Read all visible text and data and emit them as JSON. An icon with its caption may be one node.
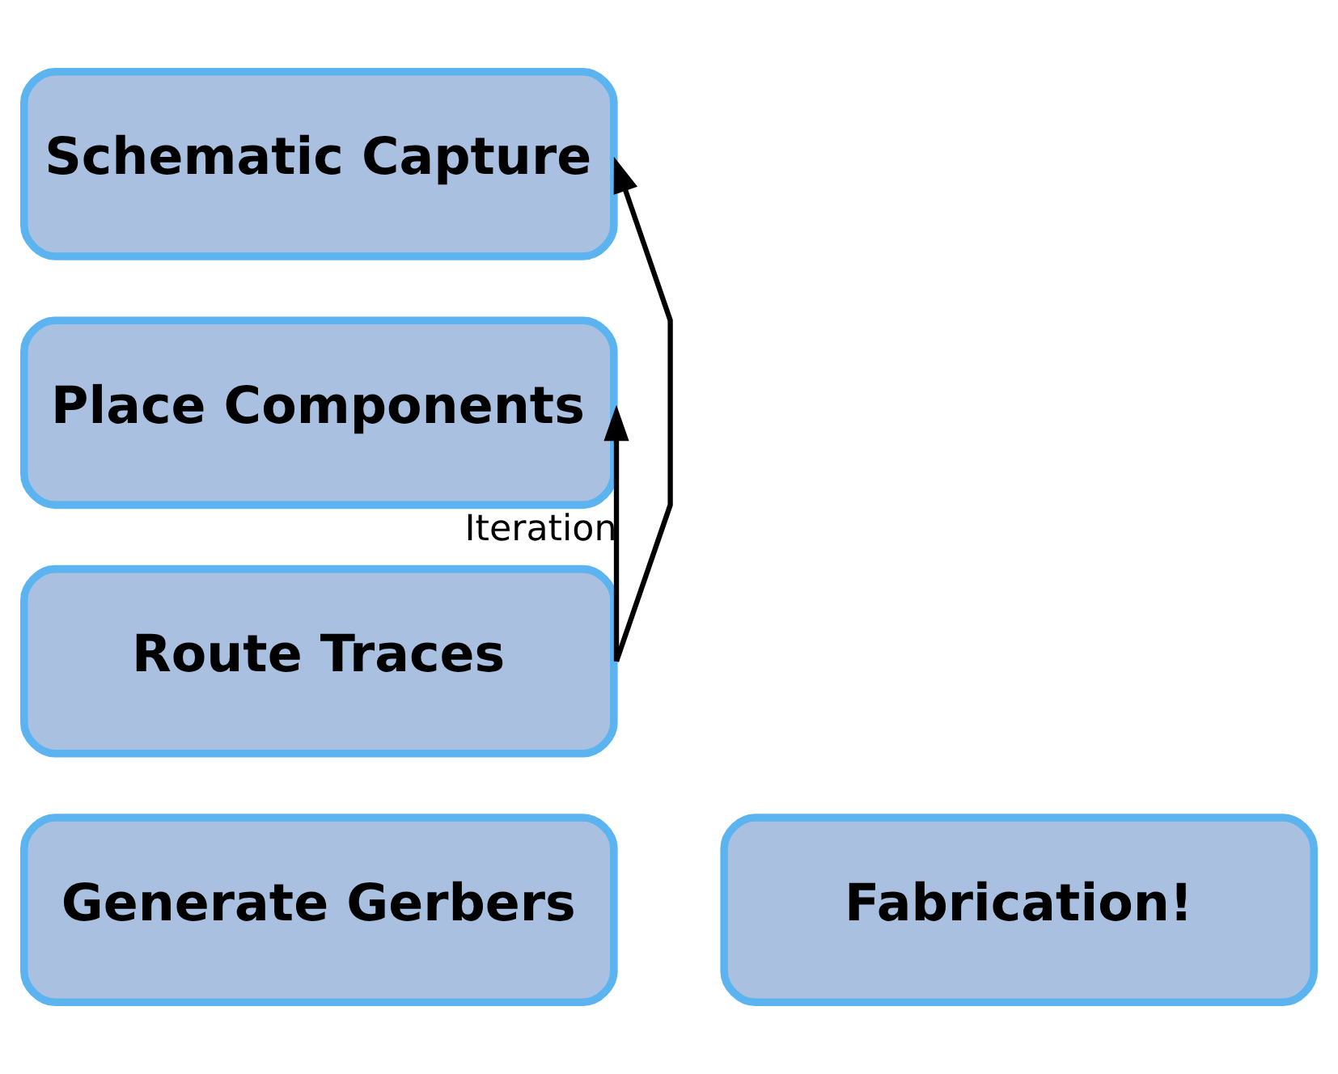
{
  "diagram": {
    "nodes": [
      {
        "text": [
          "Schematic Capture"
        ]
      },
      {
        "text": [
          "Place Components"
        ]
      },
      {
        "text": [
          "Route Traces"
        ]
      },
      {
        "text": [
          "Generate Gerbers"
        ]
      },
      {
        "text": [
          "Fabrication!"
        ]
      }
    ],
    "edges": [
      {
        "from": 2,
        "to": 0,
        "arrow": "to"
      },
      {
        "from": 2,
        "to": 1,
        "arrow": "to",
        "label": "Iteration"
      }
    ]
  }
}
